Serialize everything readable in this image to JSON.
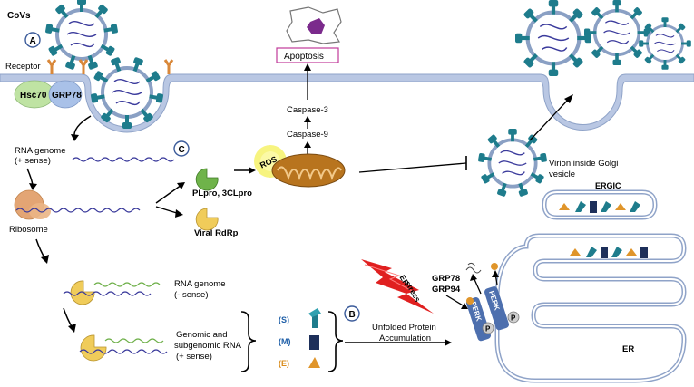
{
  "labels": {
    "covs": "CoVs",
    "receptor": "Receptor",
    "hsc70": "Hsc70",
    "grp78": "GRP78",
    "apoptosis": "Apoptosis",
    "caspase3": "Caspase-3",
    "caspase9": "Caspase-9",
    "ros": "ROS",
    "rna_genome_plus_1": "RNA genome",
    "rna_genome_plus_2": "(+ sense)",
    "ribosome": "Ribosome",
    "plpro": "PLpro, 3CLpro",
    "rdrp": "Viral RdRp",
    "rna_genome_minus_1": "RNA genome",
    "rna_genome_minus_2": "(- sense)",
    "genomic_1": "Genomic and",
    "genomic_2": "subgenomic RNA",
    "genomic_3": "(+ sense)",
    "s_protein": "(S)",
    "m_protein": "(M)",
    "e_protein": "(E)",
    "unfolded_1": "Unfolded Protein",
    "unfolded_2": "Accumulation",
    "er_stress_1": "ER",
    "er_stress_2": "stress",
    "grp78_chap": "GRP78",
    "grp94": "GRP94",
    "perk1": "PERK",
    "perk2": "PERK",
    "phospho1": "P",
    "phospho2": "P",
    "ergic": "ERGIC",
    "er": "ER",
    "virion_1": "Virion inside Golgi",
    "virion_2": "vesicle"
  },
  "panels": {
    "a": "A",
    "b": "B",
    "c": "C"
  },
  "colors": {
    "membrane": "#b9c7e3",
    "membrane_edge": "#8fa3c8",
    "spike": "#1e7c8c",
    "virion_shell": "#8aa0c4",
    "rna_blue": "#3b3b9c",
    "rna_green": "#6fb04a",
    "hsc70": "#bfe3a3",
    "grp78": "#a9c1e8",
    "ribosome": "#e3a574",
    "pacman": "#f0cc5a",
    "plpro": "#6fb34a",
    "mito": "#b8741e",
    "apoptosis_box": "#c0399a",
    "bolt": "#e02020",
    "perk": "#4d6fae",
    "er_line": "#8fa3c8"
  }
}
